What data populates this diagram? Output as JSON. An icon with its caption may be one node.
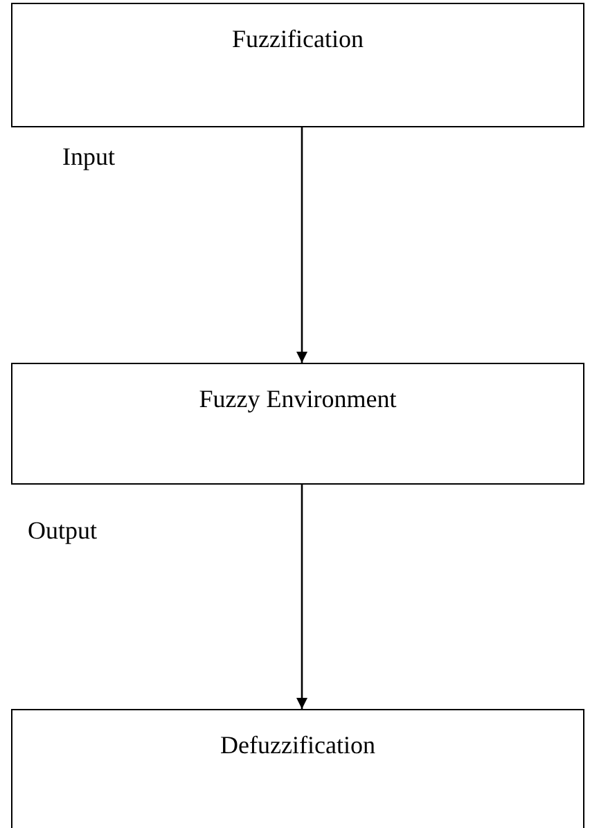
{
  "diagram": {
    "nodes": [
      {
        "text": [
          "Fuzzification"
        ]
      },
      {
        "text": [
          "Fuzzy Environment"
        ]
      },
      {
        "text": [
          "Defuzzification"
        ]
      }
    ],
    "edges": [
      {
        "from": 0,
        "to": 1,
        "arrow": "to"
      },
      {
        "from": 1,
        "to": 2,
        "arrow": "to"
      }
    ],
    "labels": [
      "Input",
      "Output"
    ]
  }
}
